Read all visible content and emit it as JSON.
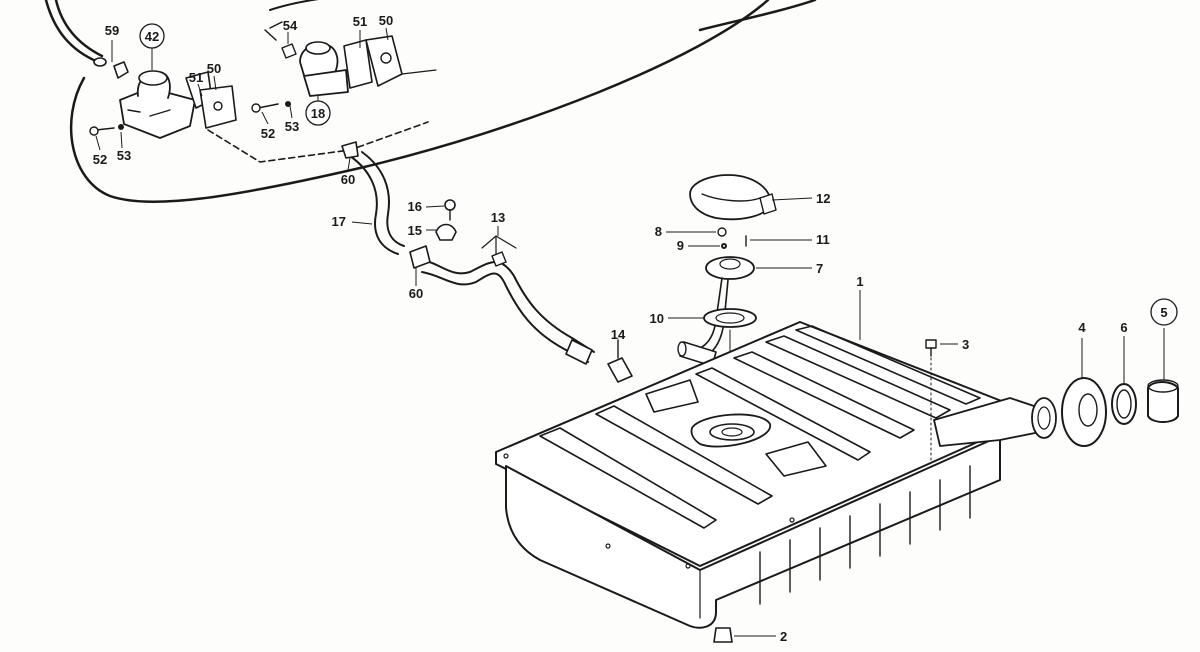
{
  "diagram": {
    "callouts": [
      {
        "id": "c59",
        "text": "59",
        "circled": false
      },
      {
        "id": "c42",
        "text": "42",
        "circled": true
      },
      {
        "id": "c54",
        "text": "54",
        "circled": false
      },
      {
        "id": "c51a",
        "text": "51",
        "circled": false
      },
      {
        "id": "c50a",
        "text": "50",
        "circled": false
      },
      {
        "id": "c51b",
        "text": "51",
        "circled": false
      },
      {
        "id": "c50b",
        "text": "50",
        "circled": false
      },
      {
        "id": "c18",
        "text": "18",
        "circled": true
      },
      {
        "id": "c52a",
        "text": "52",
        "circled": false
      },
      {
        "id": "c53a",
        "text": "53",
        "circled": false
      },
      {
        "id": "c52b",
        "text": "52",
        "circled": false
      },
      {
        "id": "c53b",
        "text": "53",
        "circled": false
      },
      {
        "id": "c60a",
        "text": "60",
        "circled": false
      },
      {
        "id": "c17",
        "text": "17",
        "circled": false
      },
      {
        "id": "c16",
        "text": "16",
        "circled": false
      },
      {
        "id": "c15",
        "text": "15",
        "circled": false
      },
      {
        "id": "c13",
        "text": "13",
        "circled": false
      },
      {
        "id": "c60b",
        "text": "60",
        "circled": false
      },
      {
        "id": "c12",
        "text": "12",
        "circled": false
      },
      {
        "id": "c8",
        "text": "8",
        "circled": false
      },
      {
        "id": "c11",
        "text": "11",
        "circled": false
      },
      {
        "id": "c9",
        "text": "9",
        "circled": false
      },
      {
        "id": "c7",
        "text": "7",
        "circled": false
      },
      {
        "id": "c1",
        "text": "1",
        "circled": false
      },
      {
        "id": "c10",
        "text": "10",
        "circled": false
      },
      {
        "id": "c14",
        "text": "14",
        "circled": false
      },
      {
        "id": "c3",
        "text": "3",
        "circled": false
      },
      {
        "id": "c4",
        "text": "4",
        "circled": false
      },
      {
        "id": "c6",
        "text": "6",
        "circled": false
      },
      {
        "id": "c5",
        "text": "5",
        "circled": true
      },
      {
        "id": "c2",
        "text": "2",
        "circled": false
      }
    ]
  }
}
